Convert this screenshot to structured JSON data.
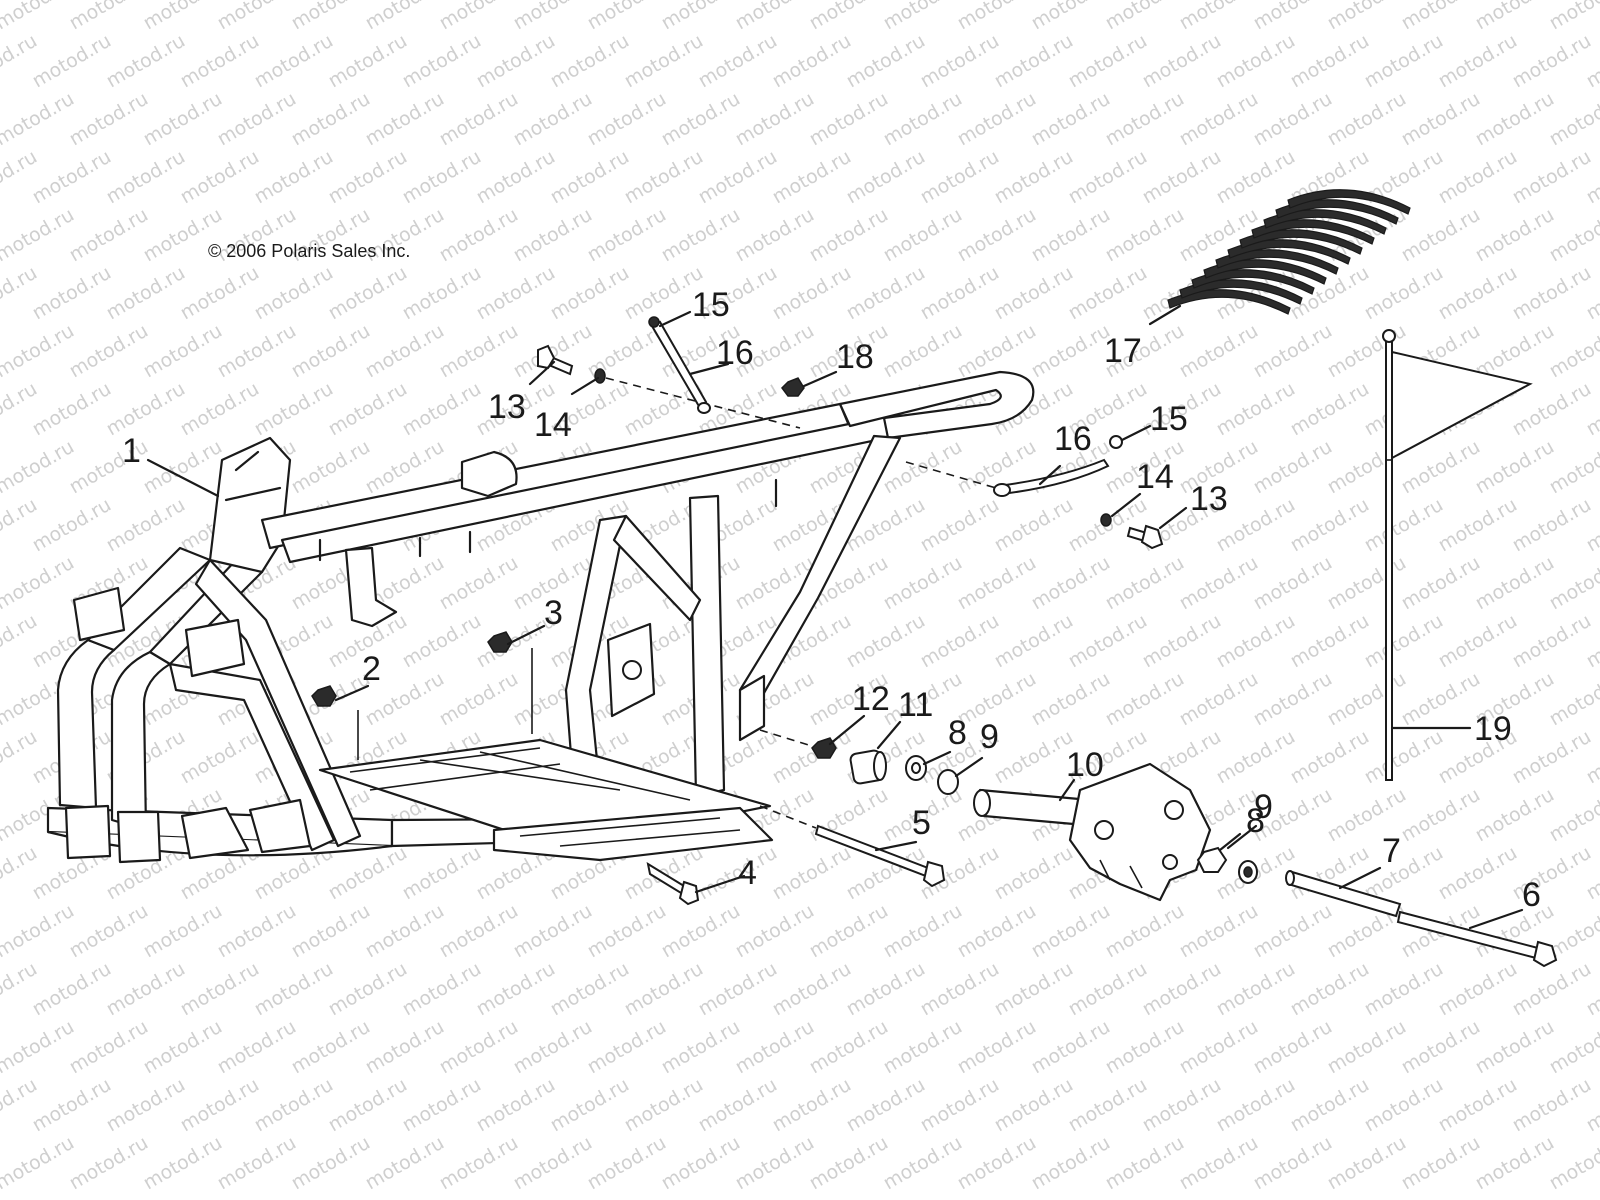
{
  "watermark": "motod.ru",
  "copyright": "© 2006 Polaris Sales Inc.",
  "callouts": [
    {
      "id": "c1",
      "label": "1"
    },
    {
      "id": "c2",
      "label": "2"
    },
    {
      "id": "c3",
      "label": "3"
    },
    {
      "id": "c4",
      "label": "4"
    },
    {
      "id": "c5",
      "label": "5"
    },
    {
      "id": "c6",
      "label": "6"
    },
    {
      "id": "c7",
      "label": "7"
    },
    {
      "id": "c8a",
      "label": "8"
    },
    {
      "id": "c8b",
      "label": "8"
    },
    {
      "id": "c9a",
      "label": "9"
    },
    {
      "id": "c9b",
      "label": "9"
    },
    {
      "id": "c10",
      "label": "10"
    },
    {
      "id": "c11",
      "label": "11"
    },
    {
      "id": "c12",
      "label": "12"
    },
    {
      "id": "c13a",
      "label": "13"
    },
    {
      "id": "c13b",
      "label": "13"
    },
    {
      "id": "c14a",
      "label": "14"
    },
    {
      "id": "c14b",
      "label": "14"
    },
    {
      "id": "c15a",
      "label": "15"
    },
    {
      "id": "c15b",
      "label": "15"
    },
    {
      "id": "c16a",
      "label": "16"
    },
    {
      "id": "c16b",
      "label": "16"
    },
    {
      "id": "c17",
      "label": "17"
    },
    {
      "id": "c18",
      "label": "18"
    },
    {
      "id": "c19",
      "label": "19"
    }
  ]
}
